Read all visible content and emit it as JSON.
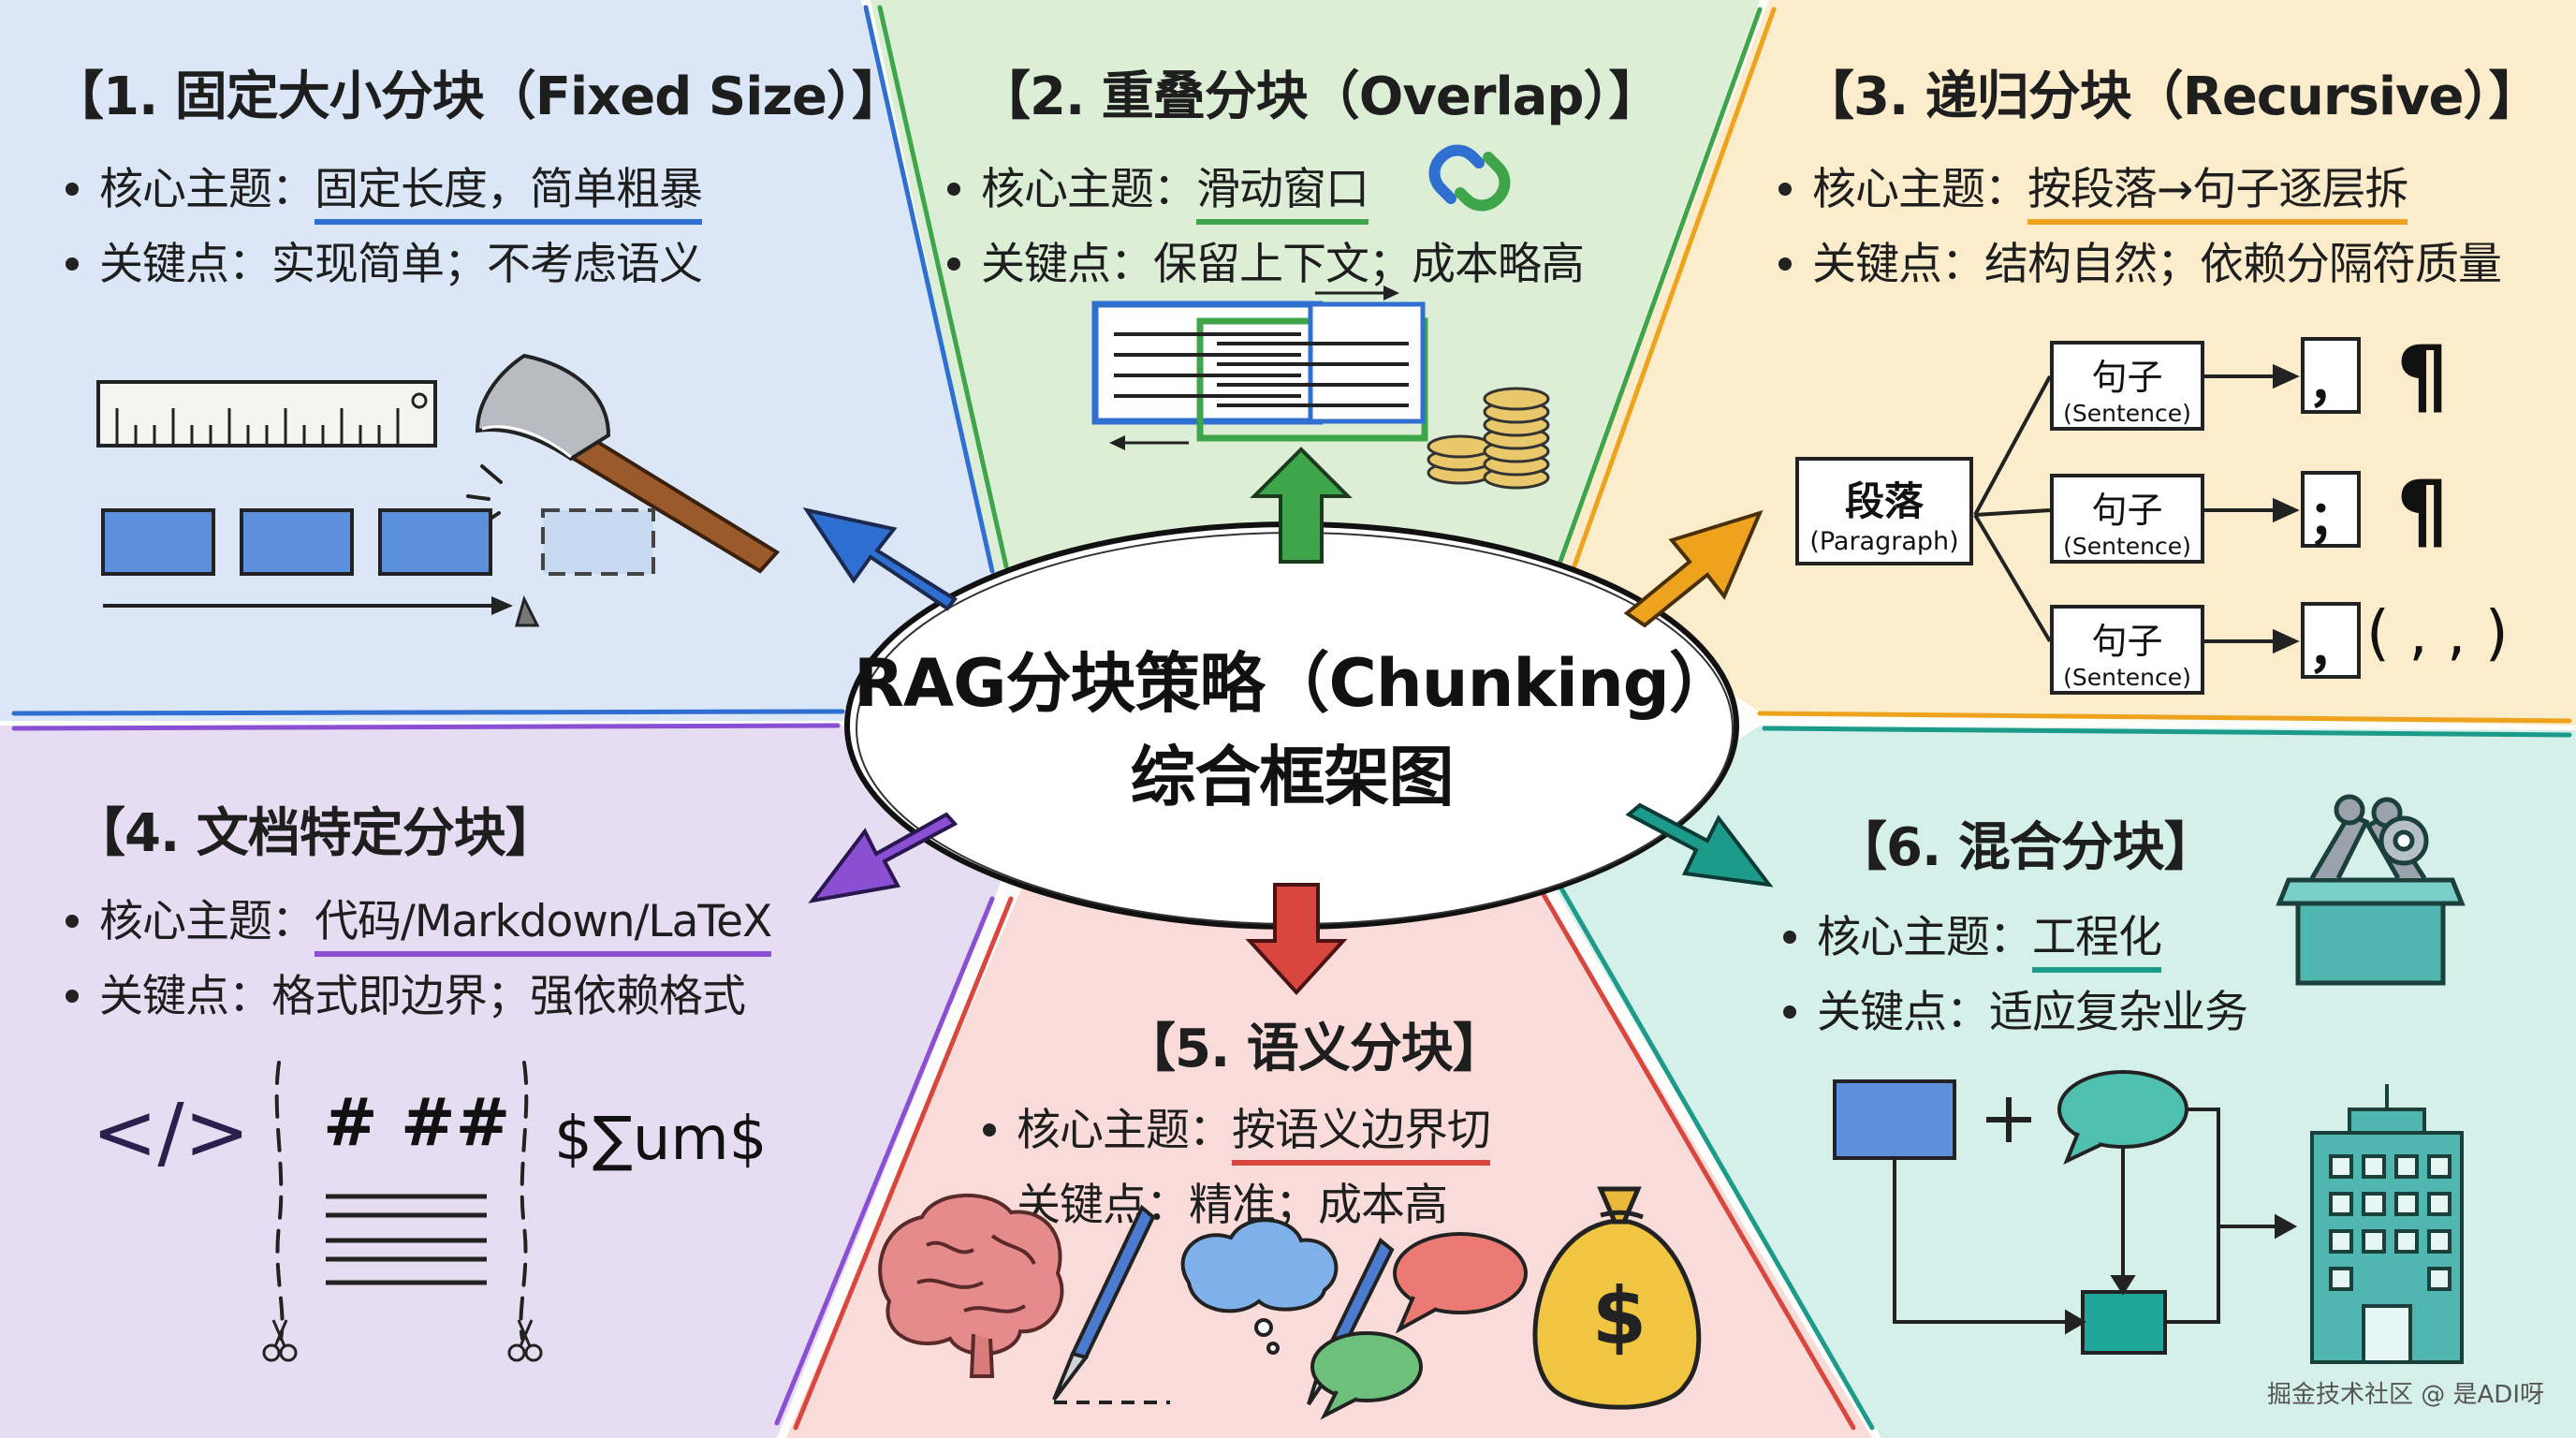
{
  "center": {
    "line1": "RAG分块策略（Chunking）",
    "line2": "综合框架图"
  },
  "sections": [
    {
      "title": "【1. 固定大小分块（Fixed Size）】",
      "topic_label": "核心主题：",
      "topic": "固定长度，简单粗暴",
      "key_label": "关键点：",
      "key": "实现简单；不考虑语义"
    },
    {
      "title": "【2. 重叠分块（Overlap）】",
      "topic_label": "核心主题：",
      "topic": "滑动窗口",
      "key_label": "关键点：",
      "key": "保留上下文；成本略高"
    },
    {
      "title": "【3. 递归分块（Recursive）】",
      "topic_label": "核心主题：",
      "topic": "按段落→句子逐层拆",
      "key_label": "关键点：",
      "key": "结构自然；依赖分隔符质量"
    },
    {
      "title": "【4. 文档特定分块】",
      "topic_label": "核心主题：",
      "topic": "代码/Markdown/LaTeX",
      "key_label": "关键点：",
      "key": "格式即边界；强依赖格式"
    },
    {
      "title": "【5. 语义分块】",
      "topic_label": "核心主题：",
      "topic": "按语义边界切",
      "key_label": "关键点：",
      "key": "精准；成本高"
    },
    {
      "title": "【6. 混合分块】",
      "topic_label": "核心主题：",
      "topic": "工程化",
      "key_label": "关键点：",
      "key": "适应复杂业务"
    }
  ],
  "recursive_tree": {
    "paragraph_zh": "段落",
    "paragraph_en": "(Paragraph)",
    "sentence_zh": "句子",
    "sentence_en": "(Sentence)",
    "sep1": "，",
    "sep2": "；",
    "sep3": "，",
    "pilcrow1": "¶",
    "pilcrow2": "¶",
    "tail": "( , , )"
  },
  "doc_symbols": {
    "code": "</>",
    "heading": "# ##",
    "latex": "$∑um$"
  },
  "colors": {
    "panel1": "#dbe7f6",
    "panel2": "#ddeed6",
    "panel3": "#fbeccb",
    "panel4": "#e6ddf2",
    "panel5": "#f9dcd9",
    "panel6": "#d5efe9",
    "blue": "#2f6fd1",
    "green": "#3fa54a",
    "orange": "#eea31f",
    "purple": "#8a4fd3",
    "red": "#d9463e",
    "teal": "#1c9a8a"
  },
  "icons": [
    "ruler-icon",
    "axe-icon",
    "link-icon",
    "coins-icon",
    "code-icon",
    "scissors-icon",
    "brain-icon",
    "scalpel-icon",
    "cloud-icon",
    "chat-bubble-icon",
    "money-bag-icon",
    "toolbox-icon",
    "building-icon"
  ],
  "watermark": "掘金技术社区 @ 是ADI呀"
}
